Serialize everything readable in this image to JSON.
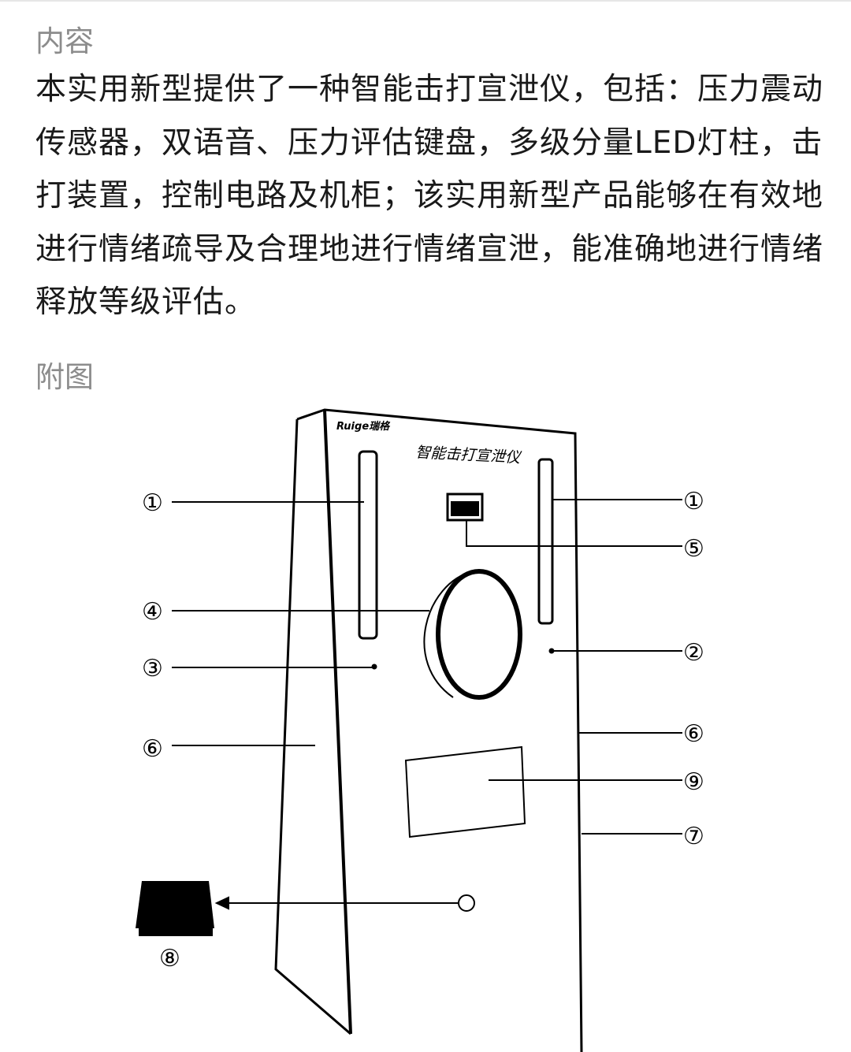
{
  "content_heading": "内容",
  "content_text": "本实用新型提供了一种智能击打宣泄仪，包括：压力震动传感器，双语音、压力评估键盘，多级分量LED灯柱，击打装置，控制电路及机柜；该实用新型产品能够在有效地进行情绪疏导及合理地进行情绪宣泄，能准确地进行情绪释放等级评估。",
  "figure_heading": "附图",
  "figure": {
    "brand_logo": "Ruige瑞格",
    "device_title": "智能击打宣泄仪",
    "labels": {
      "l1_left": "①",
      "l1_right": "①",
      "l2": "②",
      "l3": "③",
      "l4": "④",
      "l5": "⑤",
      "l6_left": "⑥",
      "l6_right": "⑥",
      "l7": "⑦",
      "l8": "⑧",
      "l9": "⑨"
    }
  }
}
